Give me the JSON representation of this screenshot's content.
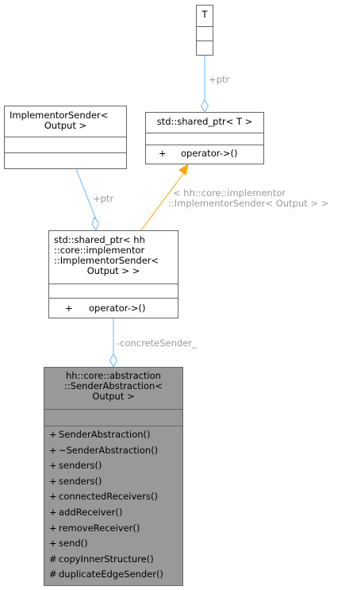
{
  "colors": {
    "association_edge": "#63b8ff",
    "template_edge": "#ffa500",
    "box_border": "#666666",
    "main_box_fill": "#999999",
    "label_text": "#9a9a9a"
  },
  "nodes": {
    "t": {
      "title_lines": [
        "T"
      ]
    },
    "shared_ptr_t": {
      "title_lines": [
        "std::shared_ptr< T >"
      ],
      "ops": [
        {
          "vis": "+",
          "name": "operator->()"
        }
      ]
    },
    "implementor_sender": {
      "title_lines": [
        "ImplementorSender<",
        "Output >"
      ]
    },
    "shared_ptr_impl": {
      "title_lines": [
        "std::shared_ptr< hh",
        "::core::implementor",
        "::ImplementorSender<",
        "Output > >"
      ],
      "ops": [
        {
          "vis": "+",
          "name": "operator->()"
        }
      ]
    },
    "sender_abstraction": {
      "title_lines": [
        "hh::core::abstraction",
        "::SenderAbstraction<",
        "Output >"
      ],
      "ops": [
        {
          "vis": "+",
          "name": "SenderAbstraction()"
        },
        {
          "vis": "+",
          "name": "~SenderAbstraction()"
        },
        {
          "vis": "+",
          "name": "senders()"
        },
        {
          "vis": "+",
          "name": "senders()"
        },
        {
          "vis": "+",
          "name": "connectedReceivers()"
        },
        {
          "vis": "+",
          "name": "addReceiver()"
        },
        {
          "vis": "+",
          "name": "removeReceiver()"
        },
        {
          "vis": "+",
          "name": "send()"
        },
        {
          "vis": "#",
          "name": "copyInnerStructure()"
        },
        {
          "vis": "#",
          "name": "duplicateEdgeSender()"
        }
      ]
    }
  },
  "edges": {
    "t_to_shared": {
      "label": "+ptr"
    },
    "impl_to_shared": {
      "label": "+ptr"
    },
    "template_binding": {
      "label_lines": [
        "< hh::core::implementor",
        "::ImplementorSender< Output > >"
      ]
    },
    "concrete": {
      "label": "-concreteSender_"
    }
  }
}
